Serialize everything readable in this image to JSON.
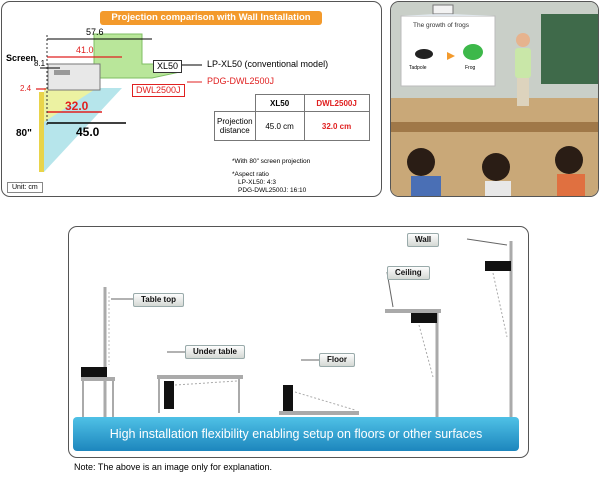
{
  "top_left": {
    "title": "Projection comparison with Wall Installation",
    "screen_label": "Screen",
    "dims": {
      "d57": "57.6",
      "d41": "41.0",
      "d81": "8.1",
      "d24": "2.4",
      "d32": "32.0",
      "d45": "45.0",
      "screen_size": "80\""
    },
    "projector_labels": {
      "xl50": "XL50",
      "dwl": "DWL2500J"
    },
    "legend": {
      "xl50": "LP-XL50 (conventional model)",
      "dwl": "PDG-DWL2500J"
    },
    "table": {
      "headers": [
        "",
        "XL50",
        "DWL2500J"
      ],
      "row_label": [
        "Projection",
        "distance"
      ],
      "values": [
        "45.0 cm",
        "32.0 cm"
      ]
    },
    "notes": [
      "*With 80\" screen projection",
      "*Aspect ratio",
      "LP-XL50: 4:3",
      "PDG-DWL2500J: 16:10"
    ],
    "unit": "Unit: cm",
    "colors": {
      "accent_orange": "#f39a2c",
      "red": "#e02020",
      "green_box": "#b9e69a"
    }
  },
  "classroom": {
    "board_title": "The growth of frogs",
    "labels": [
      "Tadpole",
      "Frog"
    ]
  },
  "installation": {
    "callouts": {
      "table_top": "Table top",
      "under_table": "Under table",
      "floor": "Floor",
      "ceiling": "Ceiling",
      "wall": "Wall"
    },
    "banner": "High installation flexibility enabling setup on floors or other surfaces"
  },
  "footer_note": "Note: The above is an image only for explanation."
}
